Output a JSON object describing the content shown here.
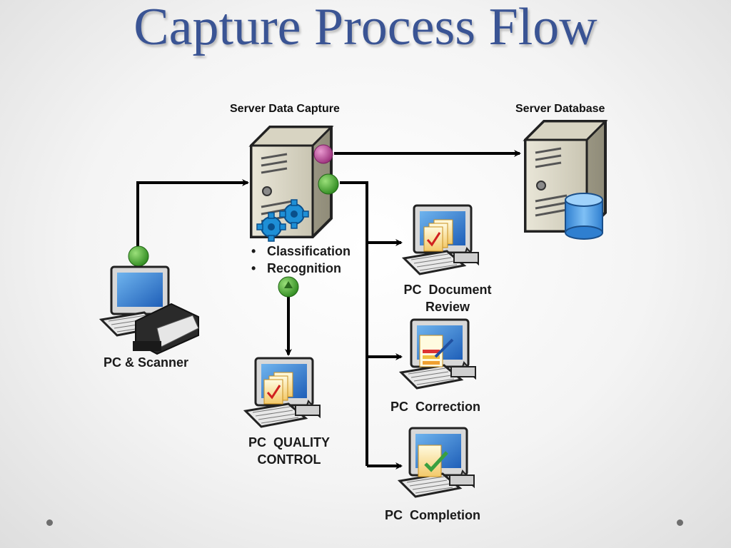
{
  "title": "Capture Process Flow",
  "nodes": {
    "server_capture": {
      "label": "Server Data Capture"
    },
    "server_database": {
      "label": "Server Database"
    },
    "pc_scanner": {
      "label": "PC & Scanner"
    },
    "pc_document_review": {
      "line1": "PC  Document",
      "line2": "Review"
    },
    "pc_correction": {
      "label": "PC  Correction"
    },
    "pc_quality_control": {
      "line1": "PC  QUALITY",
      "line2": "CONTROL"
    },
    "pc_completion": {
      "label": "PC  Completion"
    }
  },
  "capture_tasks": [
    "Classification",
    "Recognition"
  ],
  "colors": {
    "title": "#3a5494",
    "arrow": "#000000",
    "connector_green": "#3f9e2a",
    "connector_magenta": "#b0408f",
    "gear_blue": "#1e8fd6",
    "database_blue": "#3a8fd8",
    "screen_blue": "#1f6fc8"
  },
  "icons": [
    "server-icon",
    "gear-icon",
    "database-icon",
    "pc-icon",
    "scanner-icon",
    "documents-icon",
    "pencil-icon",
    "checkmark-icon"
  ]
}
